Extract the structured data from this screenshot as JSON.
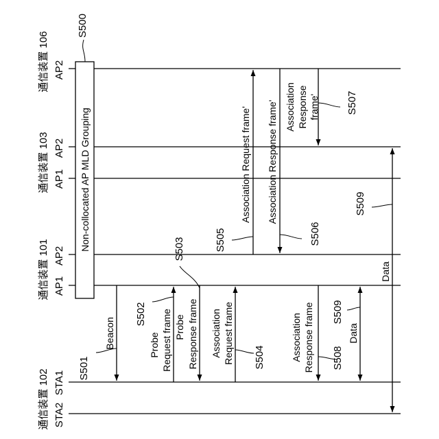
{
  "devices": {
    "d106": {
      "name": "通信装置 106",
      "ap2": "AP2"
    },
    "d103": {
      "name": "通信装置 103",
      "ap1": "AP1",
      "ap2": "AP2"
    },
    "d101": {
      "name": "通信装置 101",
      "ap1": "AP1",
      "ap2": "AP2"
    },
    "d102": {
      "name": "通信装置 102",
      "sta1": "STA1",
      "sta2": "STA2"
    }
  },
  "grouping": {
    "label": "Non-collocated AP MLD Grouping",
    "step": "S500"
  },
  "messages": {
    "beacon": {
      "label": "Beacon",
      "step": "S501"
    },
    "probe_req": {
      "line1": "Probe",
      "line2": "Request frame",
      "step": "S502"
    },
    "probe_resp": {
      "line1": "Probe",
      "line2": "Response frame",
      "step": "S503"
    },
    "assoc_req": {
      "line1": "Association",
      "line2": "Request frame",
      "step": "S504"
    },
    "assoc_req_prime": {
      "label": "Association Request frame'",
      "step": "S505"
    },
    "assoc_resp_prime": {
      "label": "Association Response frame'",
      "step": "S506"
    },
    "assoc_resp_prime2": {
      "line1": "Association",
      "line2": "Response",
      "line3": "frame'",
      "step": "S507"
    },
    "assoc_resp": {
      "line1": "Association",
      "line2": "Response frame",
      "step": "S508"
    },
    "data_short": {
      "label": "Data",
      "step": "S509"
    },
    "data_long": {
      "label": "Data",
      "step": "S509"
    }
  }
}
